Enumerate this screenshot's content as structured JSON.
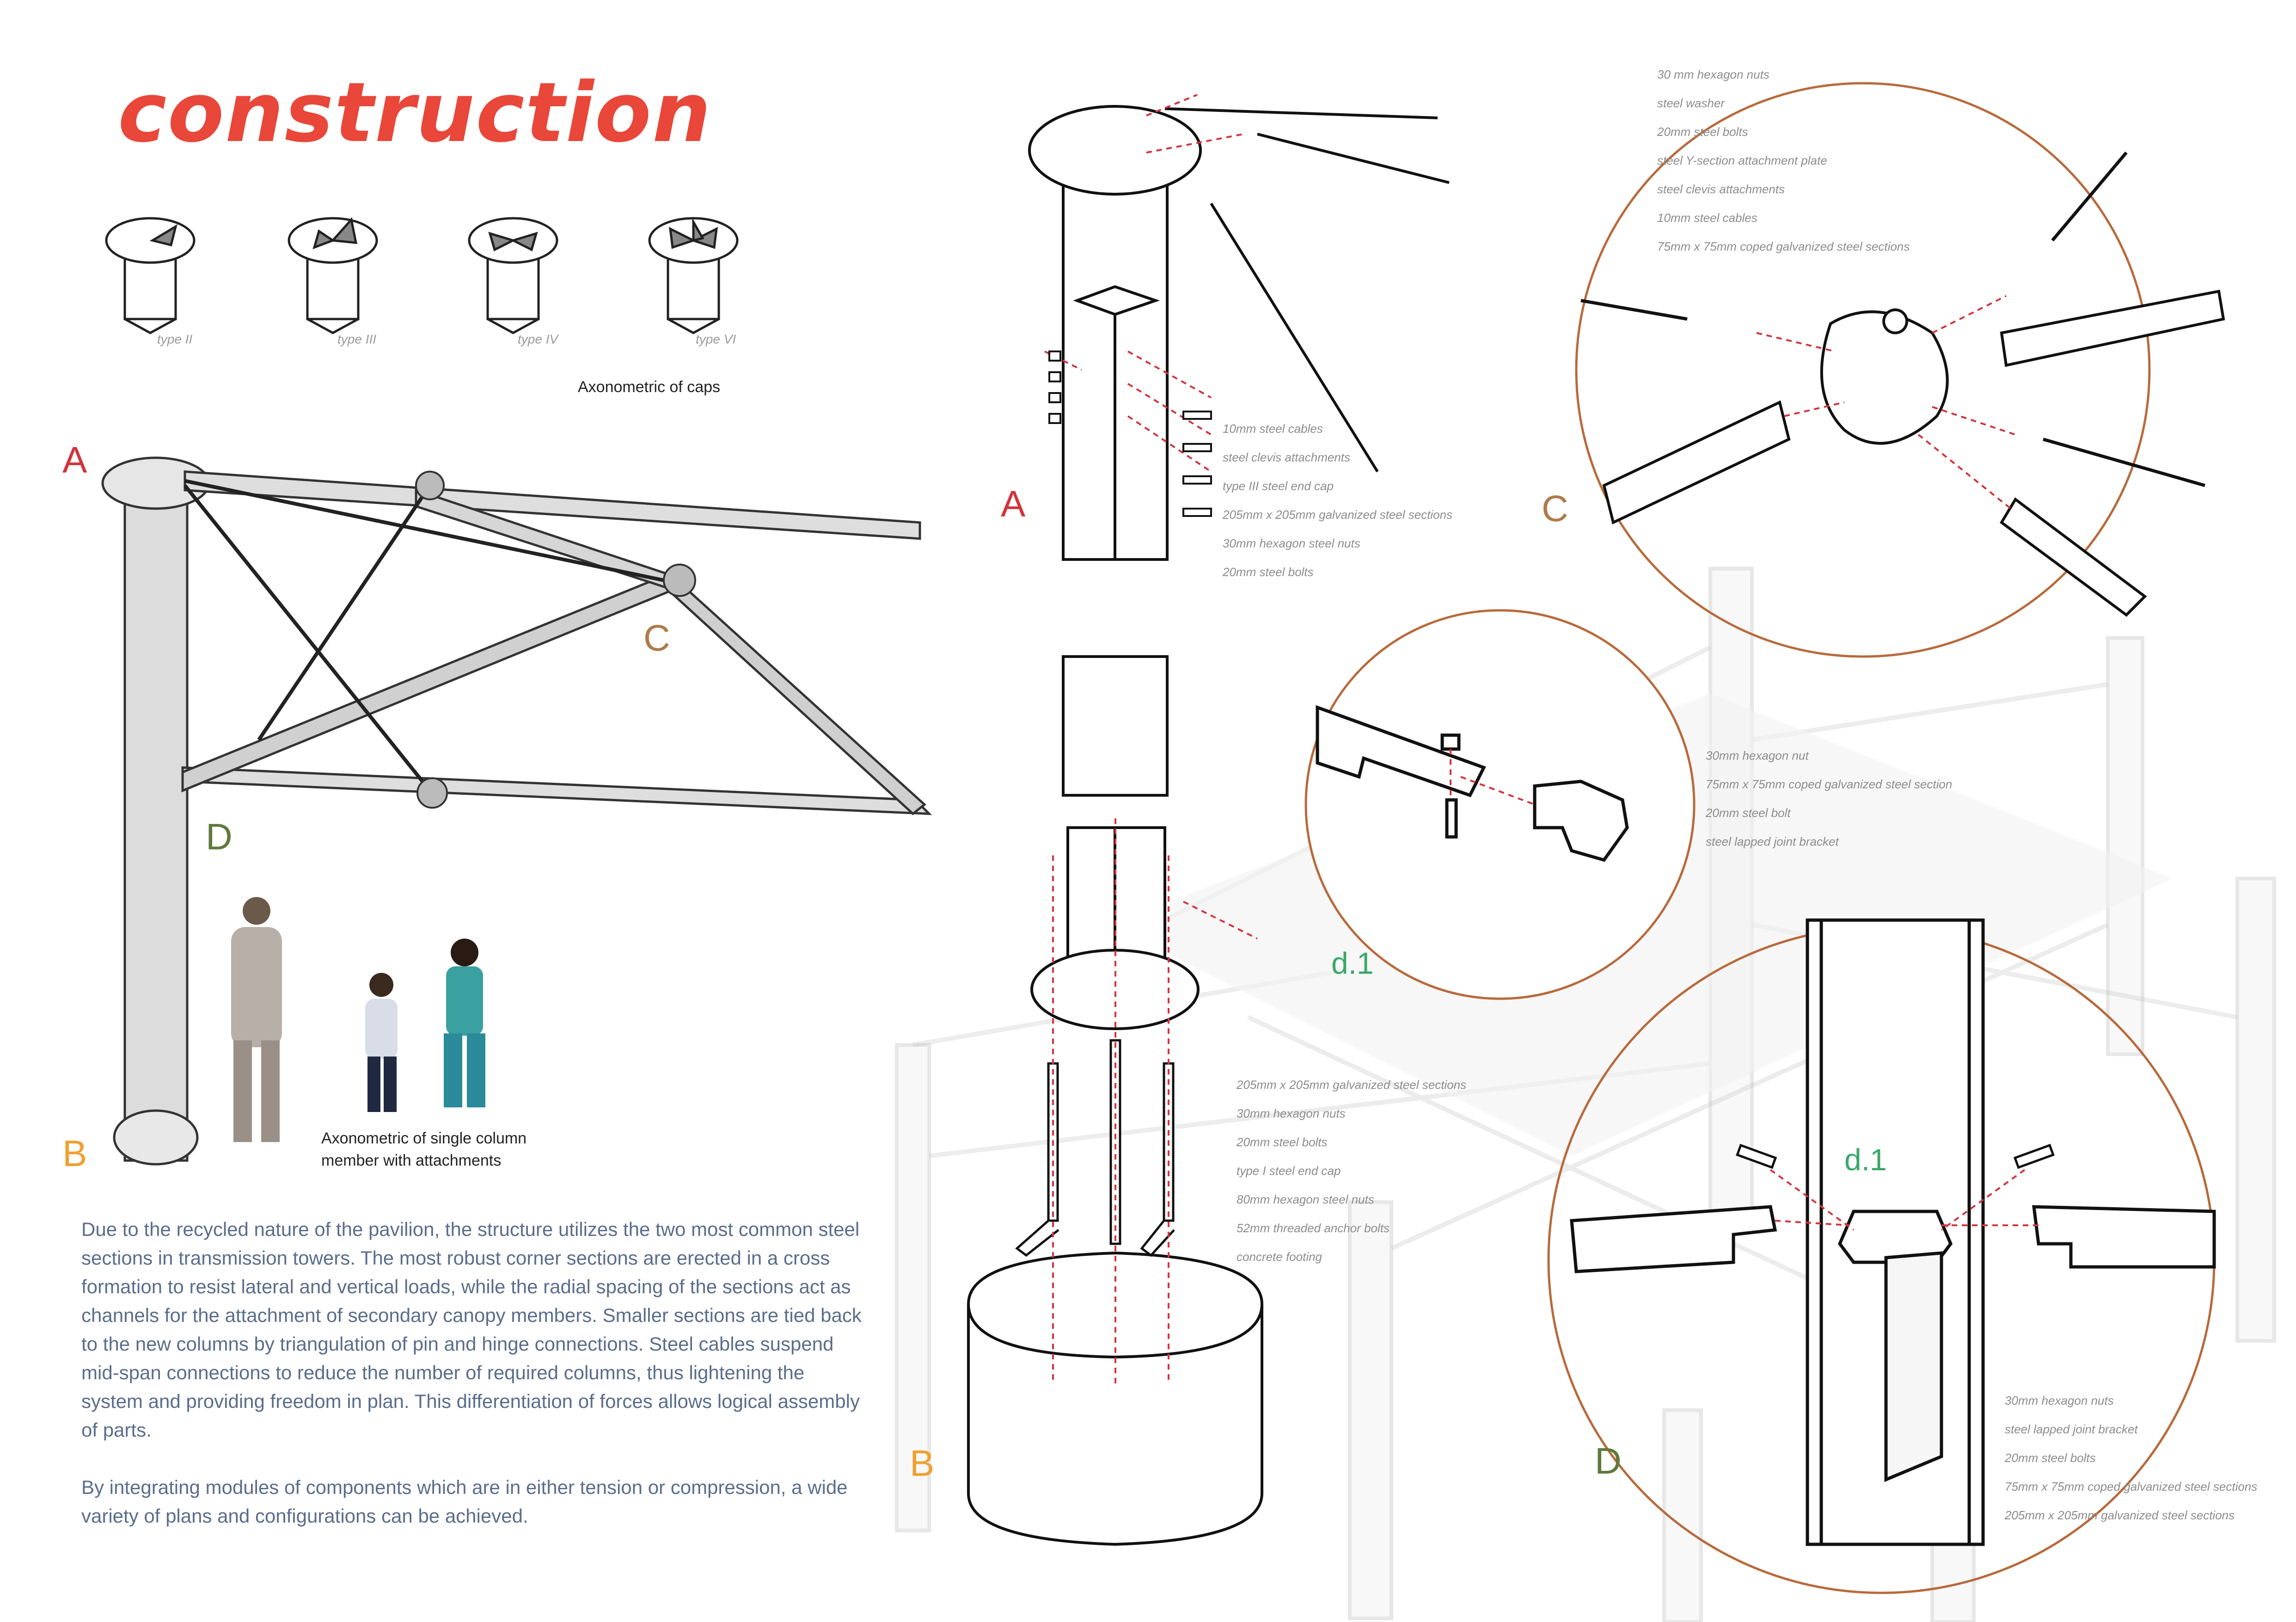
{
  "title": "construction",
  "caps": {
    "labels": [
      "type II",
      "type III",
      "type IV",
      "type VI"
    ],
    "caption": "Axonometric of caps"
  },
  "column": {
    "caption_line1": "Axonometric of single column",
    "caption_line2": "member with attachments"
  },
  "markers": {
    "a_left": "A",
    "b_left": "B",
    "c_left": "C",
    "d_left": "D",
    "a_mid": "A",
    "b_mid": "B",
    "c_right": "C",
    "d_right": "D",
    "d1_small": "d.1",
    "d1_big": "d.1"
  },
  "colors": {
    "title": "#e8473a",
    "a": "#d2343c",
    "b": "#f0a030",
    "c": "#b07a4a",
    "d": "#5f7a3a",
    "d1": "#3aa86a",
    "circle": "#b86a3c",
    "body": "#5a6d8c"
  },
  "notes_a": [
    "10mm steel cables",
    "steel clevis attachments",
    "type III steel end cap",
    "205mm x 205mm galvanized steel sections",
    "30mm hexagon steel nuts",
    "20mm steel bolts"
  ],
  "notes_b": [
    "205mm x 205mm galvanized steel sections",
    "30mm hexagon nuts",
    "20mm steel bolts",
    "type I steel end cap",
    "80mm hexagon steel nuts",
    "52mm threaded anchor bolts",
    "concrete footing"
  ],
  "notes_c": [
    "30 mm hexagon nuts",
    "steel washer",
    "20mm steel bolts",
    "steel Y-section attachment plate",
    "steel clevis attachments",
    "10mm steel cables",
    "75mm x 75mm coped galvanized steel sections"
  ],
  "notes_d1": [
    "30mm hexagon nut",
    "75mm x 75mm coped galvanized steel section",
    "20mm steel bolt",
    "steel lapped joint bracket"
  ],
  "notes_d": [
    "30mm hexagon nuts",
    "steel lapped joint bracket",
    "20mm steel bolts",
    "75mm x 75mm coped galvanized steel sections",
    "205mm x 205mm galvanized steel sections"
  ],
  "body": {
    "p1": "Due to the recycled nature of the pavilion, the structure utilizes the two most common steel sections in transmission towers. The most robust corner sections are erected in a cross formation to resist lateral and vertical loads, while the radial spacing of the sections act as channels for the attachment of secondary canopy members. Smaller sections are tied back to the new columns by triangulation of pin and hinge connections. Steel cables suspend mid-span connections to reduce the number of required columns, thus lightening the system and providing freedom in plan. This differentiation of forces allows logical assembly of parts.",
    "p2": "By integrating modules of components which are in either tension or compression, a wide variety of plans and configurations can be achieved."
  }
}
